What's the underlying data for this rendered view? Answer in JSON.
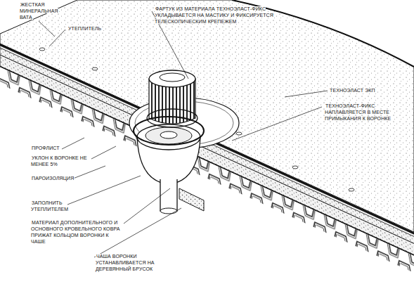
{
  "diagram": {
    "labels": [
      "ЖЕСТКАЯ МИНЕРАЛЬНАЯ ВАТА",
      "УТЕПЛИТЕЛЬ",
      "ФАРТУК ИЗ МАТЕРИАЛА ТЕХНОЭЛАСТ-ФИКС УКЛАДЫВАЕТСЯ НА МАСТИКУ И ФИКСИРУЕТСЯ ТЕЛЕСКОПИЧЕСКИМ КРЕПЕЖЕМ",
      "ТЕХНОЭЛАСТ ЭКП",
      "ТЕХНОЭЛАСТ-ФИКС НАПЛАВЛЯЕТСЯ В МЕСТЕ ПРИМЫКАНИЯ К ВОРОНКЕ",
      "ПРОФЛИСТ",
      "УКЛОН К ВОРОНКЕ НЕ МЕНЕЕ 5%",
      "ПАРОИЗОЛЯЦИЯ",
      "ЗАПОЛНИТЬ УТЕПЛИТЕЛЕМ",
      "МАТЕРИАЛ ДОПОЛНИТЕЛЬНОГО И ОСНОВНОГО КРОВЕЛЬНОГО КОВРА ПРИЖАТ КОЛЬЦОМ ВОРОНКИ К ЧАШЕ",
      "ЧАША ВОРОНКИ УСТАНАВЛИВАЕТСЯ НА ДЕРЕВЯННЫЙ БРУСОК"
    ]
  }
}
